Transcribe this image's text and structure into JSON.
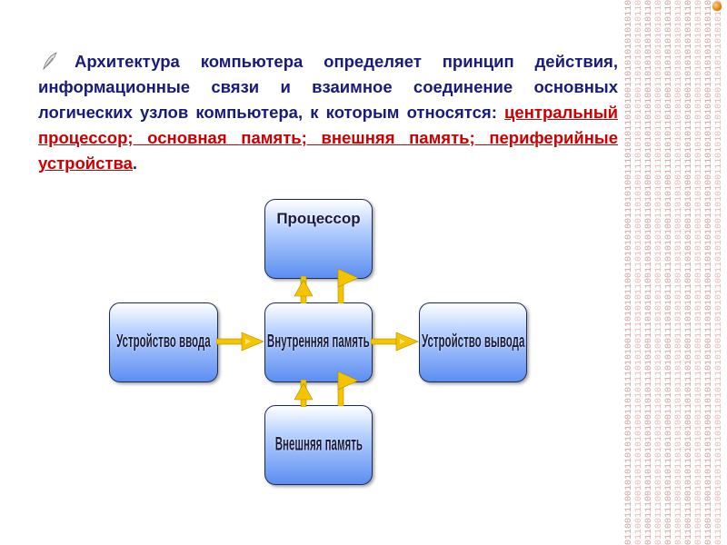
{
  "paragraph": {
    "lead": "Архитектура компьютера определяет принцип действия, информационные связи и взаимное соединение основных логических узлов компьютера, к которым относятся:",
    "highlighted": "центральный процессор; основная память; внешняя память; периферийные устройства",
    "trailing": "."
  },
  "diagram": {
    "processor": "Процессор",
    "input_device": "Устройство  ввода",
    "internal_memory": "Внутренняя память",
    "output_device": "Устройство вывода",
    "external_memory": "Внешняя память"
  },
  "decoration": {
    "binary_text": "0110011100101011010101001101011101010011101010110011010101001101010011101010110101001101010101010110101001100110101011010101001101101011",
    "accent_color": "#cc0000",
    "text_color": "#1a1a7a",
    "arrow_color": "#f5c400"
  }
}
